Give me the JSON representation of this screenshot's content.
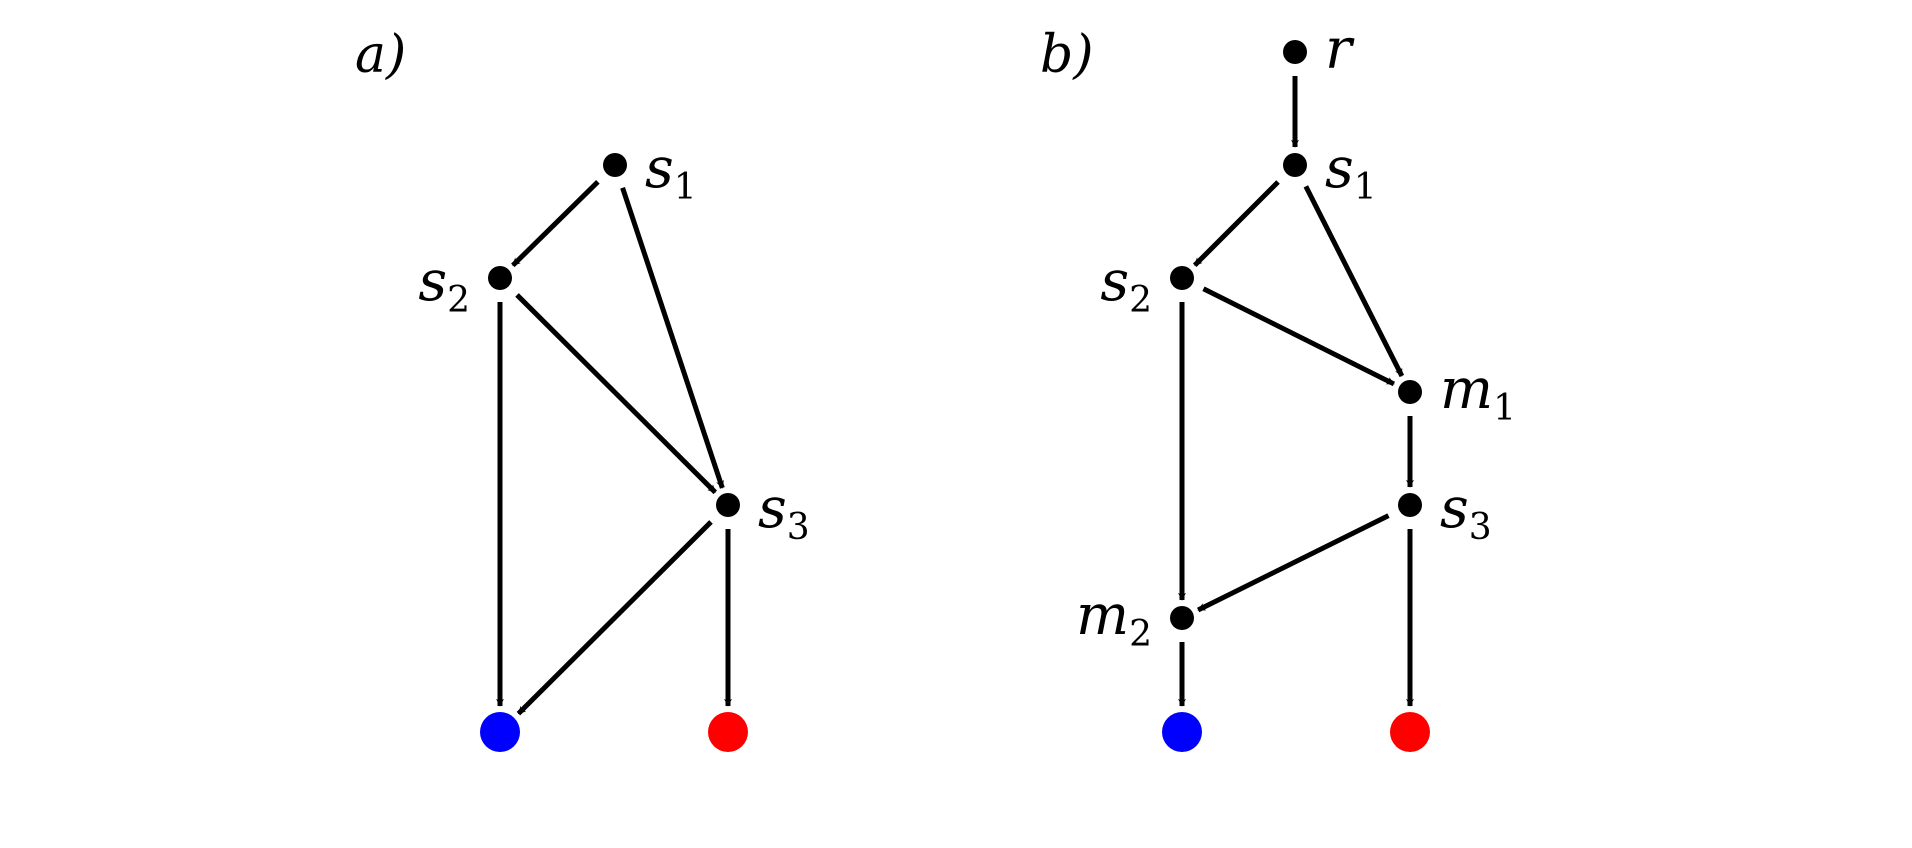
{
  "colors": {
    "node": "#000000",
    "sink_blue": "#0000ff",
    "sink_red": "#ff0000",
    "edge": "#000000"
  },
  "panels": [
    {
      "id": "a",
      "label": "a)",
      "nodes": [
        {
          "id": "s1",
          "base": "s",
          "sub": "1",
          "kind": "node"
        },
        {
          "id": "s2",
          "base": "s",
          "sub": "2",
          "kind": "node"
        },
        {
          "id": "s3",
          "base": "s",
          "sub": "3",
          "kind": "node"
        },
        {
          "id": "blue",
          "base": "",
          "sub": "",
          "kind": "sink_blue"
        },
        {
          "id": "red",
          "base": "",
          "sub": "",
          "kind": "sink_red"
        }
      ],
      "edges": [
        [
          "s1",
          "s2"
        ],
        [
          "s1",
          "s3"
        ],
        [
          "s2",
          "s3"
        ],
        [
          "s2",
          "blue"
        ],
        [
          "s3",
          "blue"
        ],
        [
          "s3",
          "red"
        ]
      ]
    },
    {
      "id": "b",
      "label": "b)",
      "nodes": [
        {
          "id": "r",
          "base": "r",
          "sub": "",
          "kind": "node"
        },
        {
          "id": "s1",
          "base": "s",
          "sub": "1",
          "kind": "node"
        },
        {
          "id": "s2",
          "base": "s",
          "sub": "2",
          "kind": "node"
        },
        {
          "id": "m1",
          "base": "m",
          "sub": "1",
          "kind": "node"
        },
        {
          "id": "s3",
          "base": "s",
          "sub": "3",
          "kind": "node"
        },
        {
          "id": "m2",
          "base": "m",
          "sub": "2",
          "kind": "node"
        },
        {
          "id": "blue",
          "base": "",
          "sub": "",
          "kind": "sink_blue"
        },
        {
          "id": "red",
          "base": "",
          "sub": "",
          "kind": "sink_red"
        }
      ],
      "edges": [
        [
          "r",
          "s1"
        ],
        [
          "s1",
          "s2"
        ],
        [
          "s1",
          "m1"
        ],
        [
          "s2",
          "m1"
        ],
        [
          "s2",
          "m2"
        ],
        [
          "m1",
          "s3"
        ],
        [
          "s3",
          "m2"
        ],
        [
          "s3",
          "red"
        ],
        [
          "m2",
          "blue"
        ]
      ]
    }
  ]
}
